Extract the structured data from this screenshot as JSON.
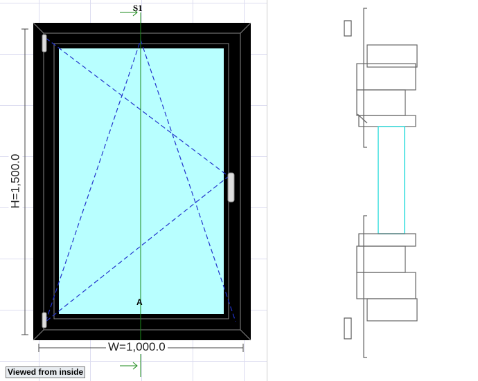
{
  "section_label": "S1",
  "opening_label": "A",
  "width_label": "W=1,000.0",
  "height_label": "H=1,500.0",
  "viewed_label": "Viewed from inside",
  "colors": {
    "frame": "#000000",
    "glass": "#b8ffff",
    "section_line": "#1a8a1a",
    "opening_lines": "#2233cc"
  }
}
